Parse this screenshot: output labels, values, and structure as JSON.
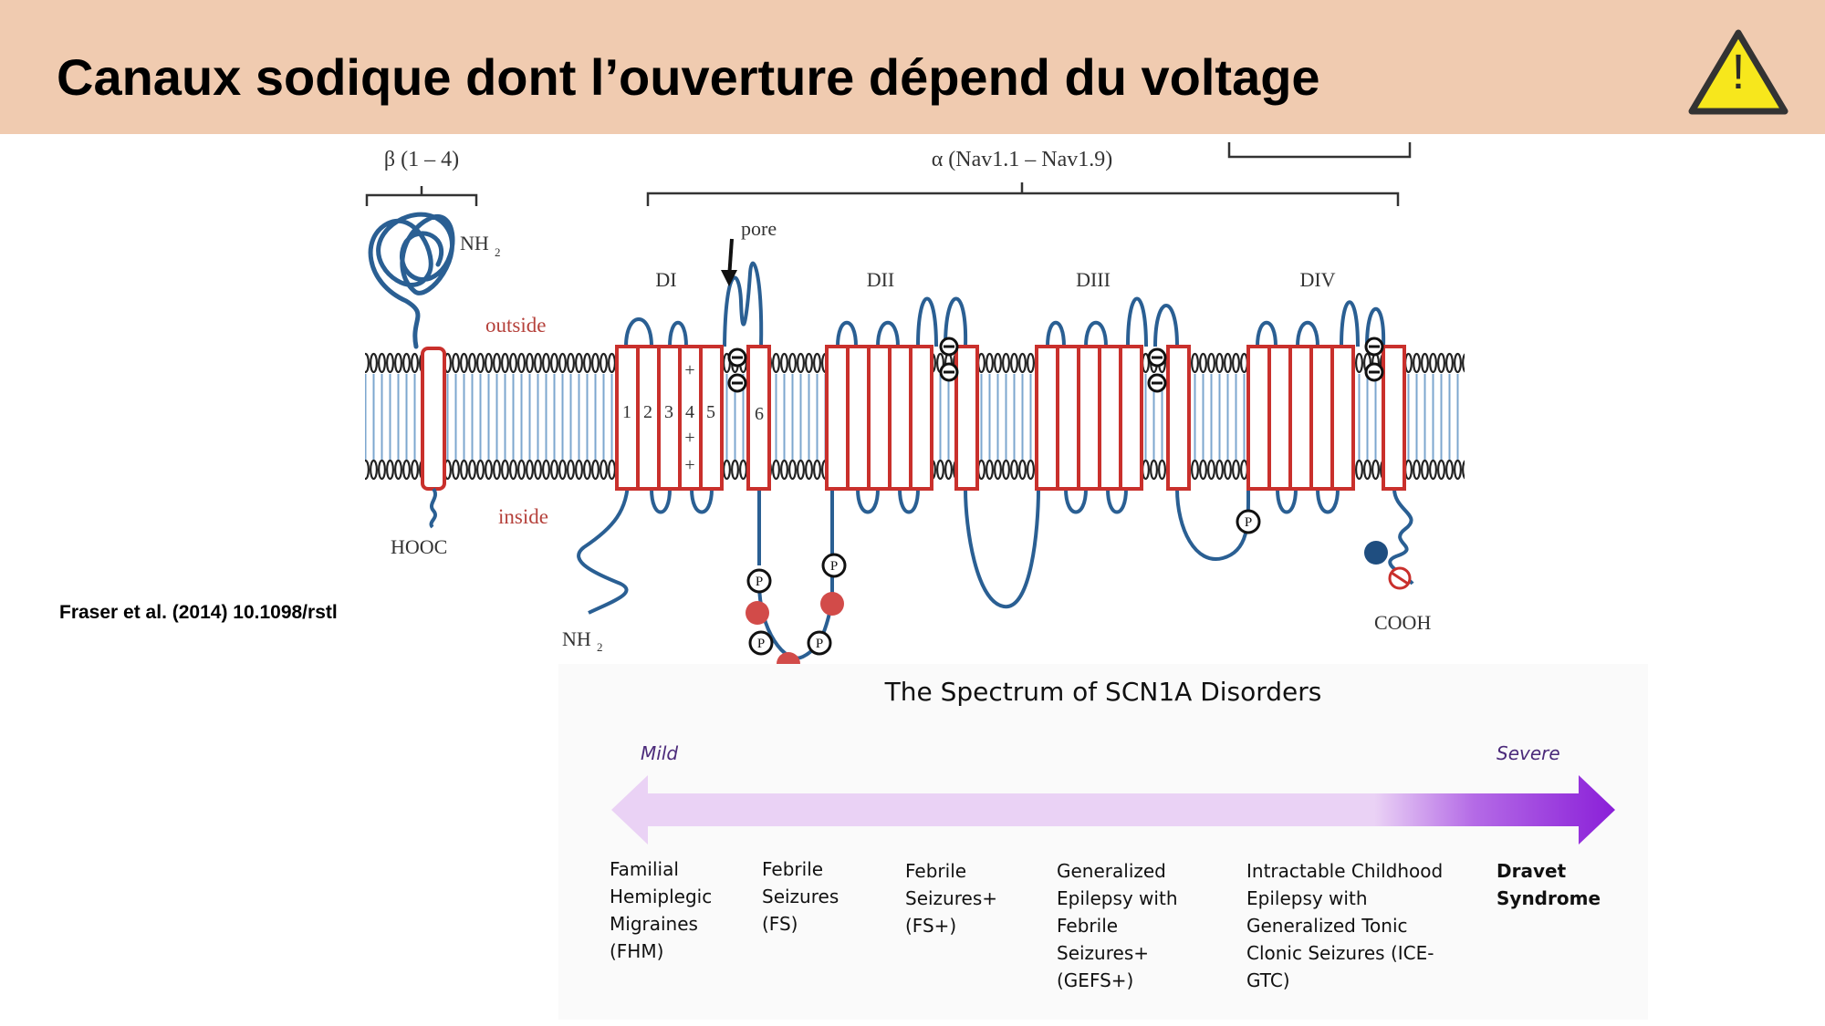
{
  "header": {
    "title": "Canaux sodique dont l’ouverture dépend du voltage",
    "warning_icon": "warning-triangle-icon",
    "warning_glyph": "!"
  },
  "citation": "Fraser et al. (2014) 10.1098/rstl",
  "diagram": {
    "beta_label": "β (1 – 4)",
    "alpha_label": "α (Nav1.1 – Nav1.9)",
    "pore_label": "pore",
    "domains": [
      "DI",
      "DII",
      "DIII",
      "DIV"
    ],
    "outside_label": "outside",
    "inside_label": "inside",
    "beta_nh2": "NH",
    "beta_hooc": "HOOC",
    "alpha_nh2": "NH",
    "alpha_cooh": "COOH",
    "subscript_2": "2",
    "segment_numbers": [
      "1",
      "2",
      "3",
      "4",
      "5",
      "6"
    ],
    "plus_sign": "+",
    "phospho_label": "P",
    "colors": {
      "membrane_red": "#c9302c",
      "chain_blue": "#2a5f93",
      "lipid_blue": "#7da7cf",
      "label_red": "#b5413b",
      "phospho_red": "#d24b49"
    }
  },
  "spectrum": {
    "title": "The Spectrum of SCN1A Disorders",
    "mild_label": "Mild",
    "severe_label": "Severe",
    "colors": {
      "light": "#ead2f5",
      "dark": "#8a1fd8"
    },
    "categories": [
      {
        "lines": [
          "Familial",
          "Hemiplegic",
          "Migraines",
          "(FHM)"
        ]
      },
      {
        "lines": [
          "Febrile",
          "Seizures",
          "(FS)"
        ]
      },
      {
        "lines": [
          "Febrile",
          "Seizures+",
          "(FS+)"
        ]
      },
      {
        "lines": [
          "Generalized",
          "Epilepsy with",
          "Febrile",
          "Seizures+",
          "(GEFS+)"
        ]
      },
      {
        "lines": [
          "Intractable Childhood",
          "Epilepsy with",
          "Generalized Tonic",
          "Clonic Seizures (ICE-",
          "GTC)"
        ]
      },
      {
        "lines": [
          "Dravet",
          "Syndrome"
        ]
      }
    ]
  }
}
